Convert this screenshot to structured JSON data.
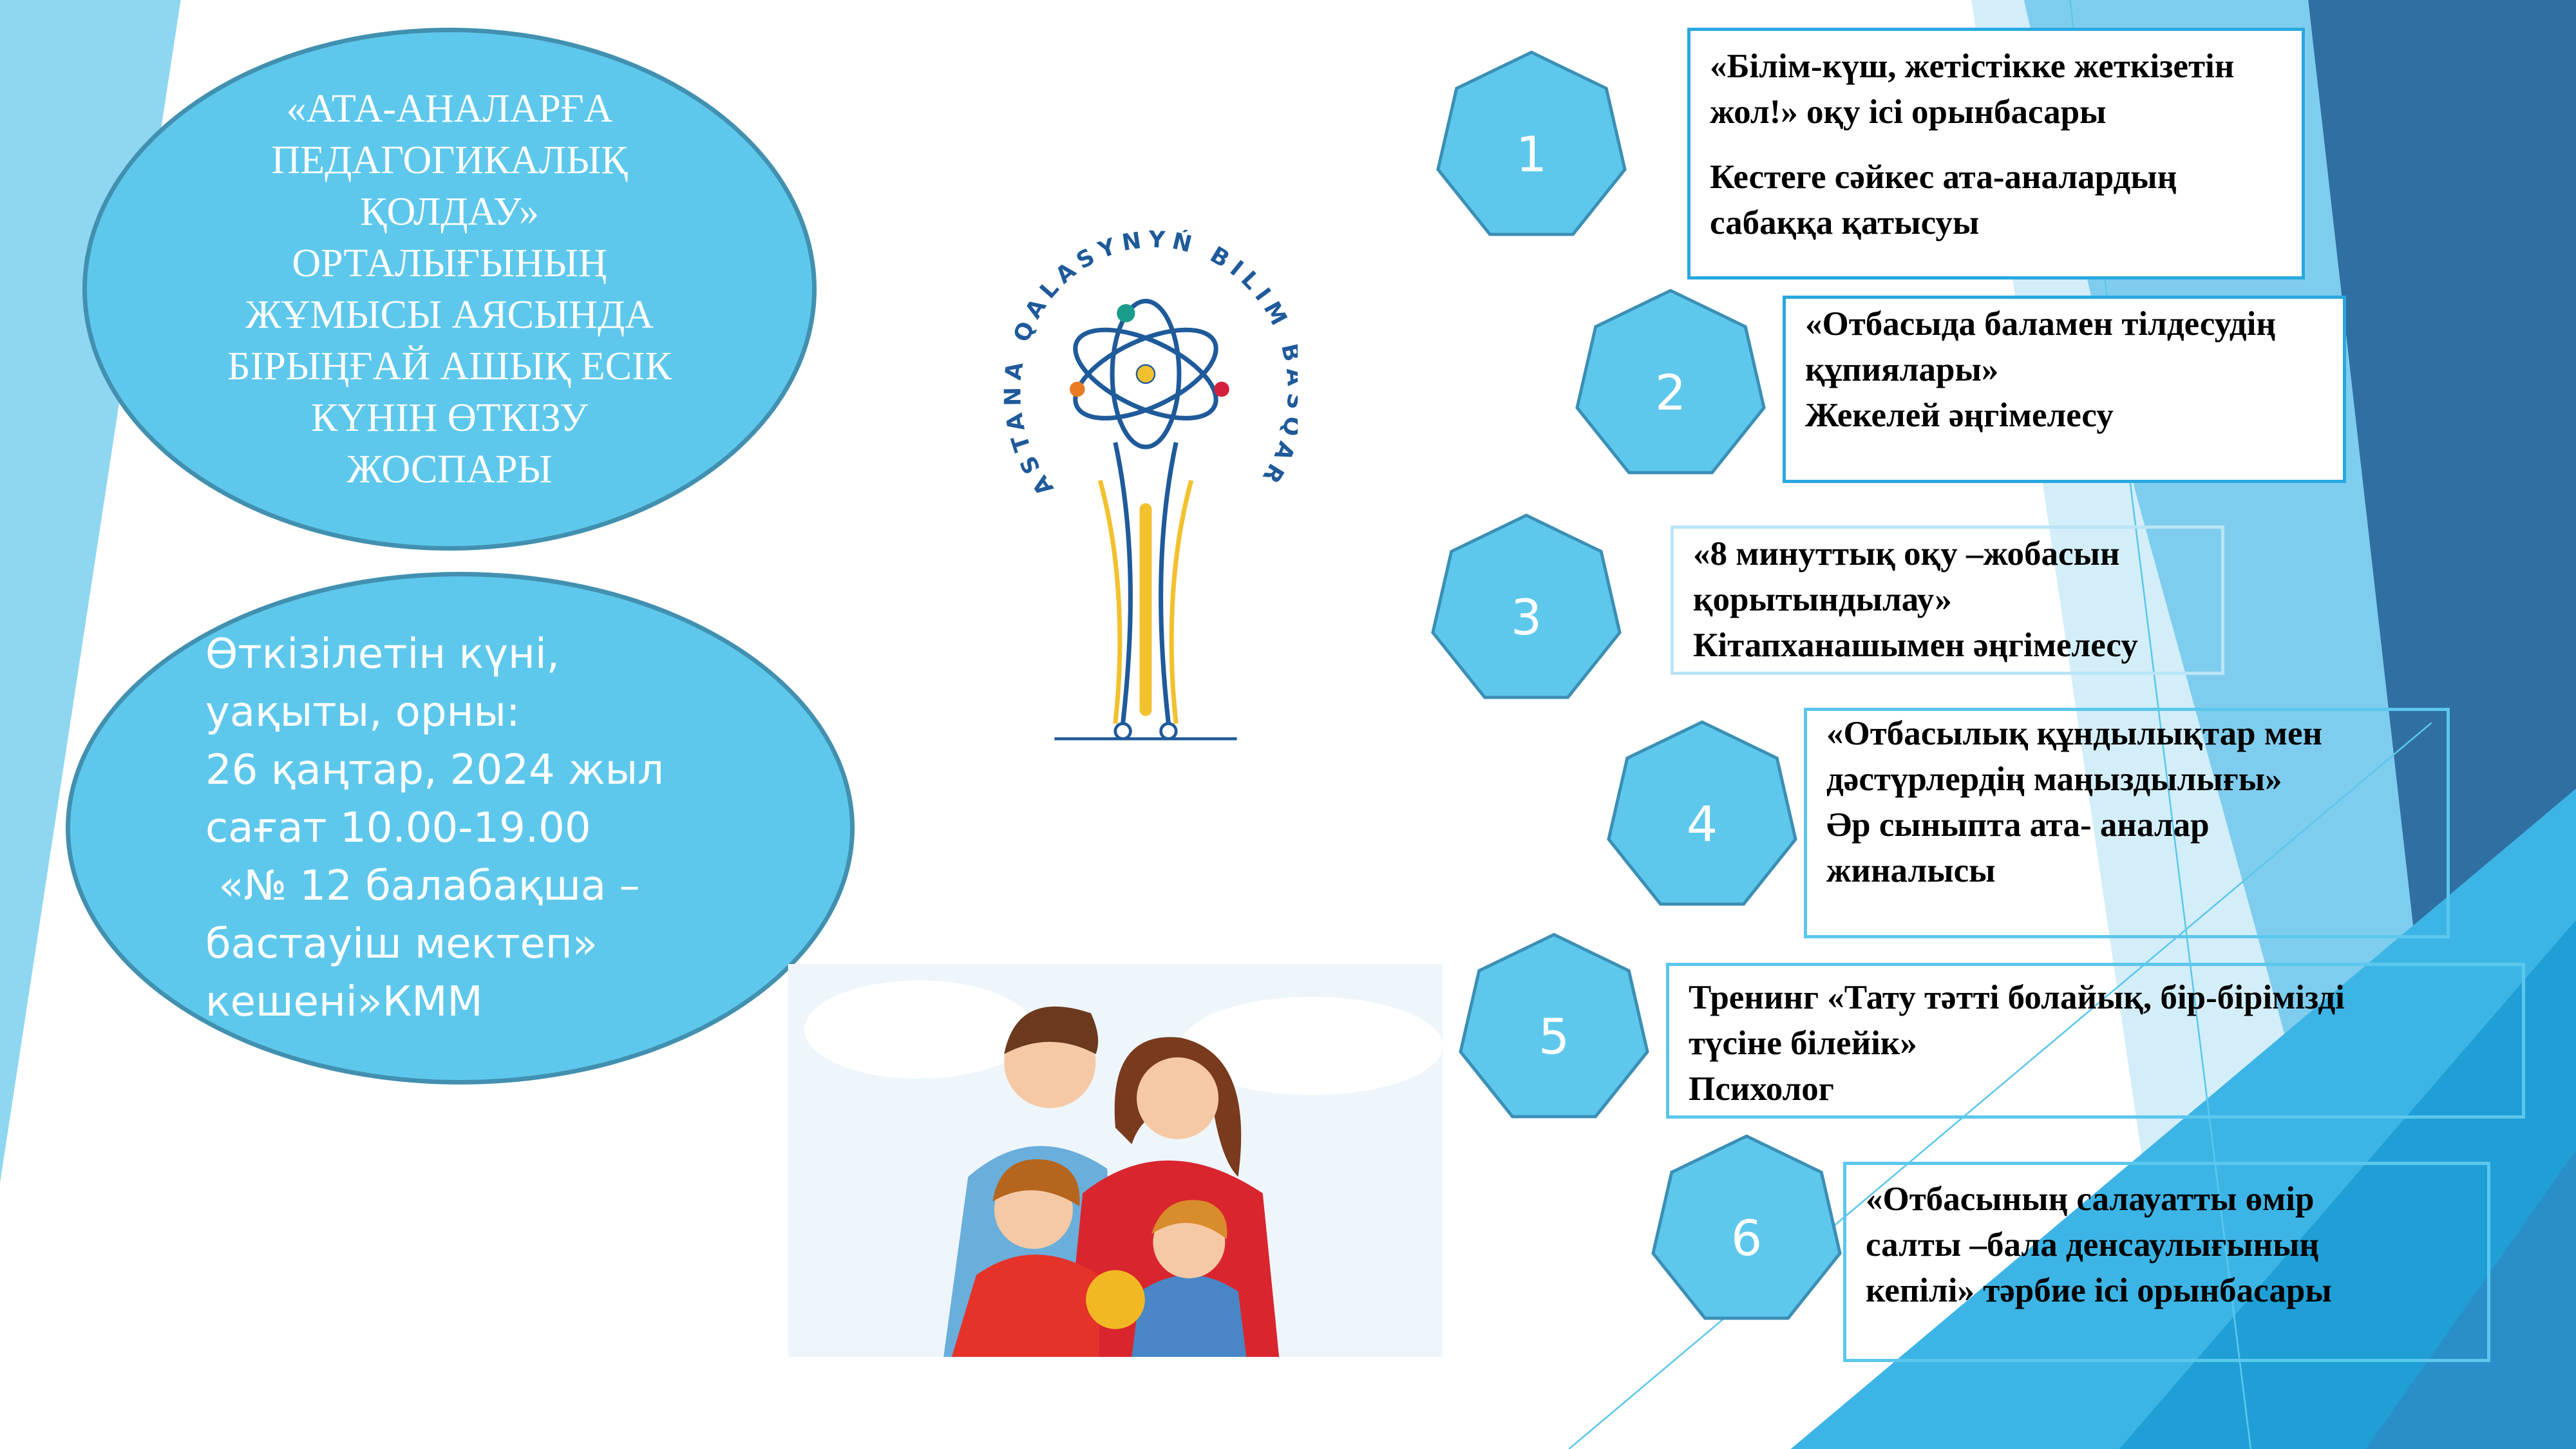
{
  "colors": {
    "shape_fill": "#5ec8ec",
    "shape_border": "#4290b0",
    "box_border": "#29a8e0",
    "text_dark": "#000000"
  },
  "title_ellipse": {
    "lines": [
      "«АТА-АНАЛАРҒА",
      "ПЕДАГОГИКАЛЫҚ",
      "ҚОЛДАУ»",
      "ОРТАЛЫҒЫНЫҢ",
      "ЖҰМЫСЫ АЯСЫНДА",
      "БІРЫҢҒАЙ АШЫҚ ЕСІК",
      "КҮНІН ӨТКІЗУ",
      "ЖОСПАРЫ"
    ]
  },
  "info_ellipse": {
    "lines": [
      "Өткізілетін күні,",
      "уақыты, орны:",
      "26 қаңтар, 2024 жыл",
      "сағат 10.00-19.00",
      " «№ 12 балабақша –",
      "бастауіш мектеп»",
      "кешені»КММ"
    ]
  },
  "logo": {
    "text": "ASTANA QALASYNYŃ BILIM BASQARMASY"
  },
  "photo": {
    "icon": "family-illustration"
  },
  "steps": [
    {
      "number": "1",
      "lines": [
        "«Білім-күш, жетістікке жеткізетін",
        "жол!»   оқу ісі орынбасары"
      ],
      "lines2": [
        "Кестеге сәйкес ата-аналардың",
        "сабаққа қатысуы"
      ]
    },
    {
      "number": "2",
      "lines": [
        "«Отбасыда баламен тілдесудің",
        "құпиялары»",
        "Жекелей әңгімелесу"
      ]
    },
    {
      "number": "3",
      "lines": [
        "«8 минуттық оқу –жобасын",
        "қорытындылау»",
        "Кітапханашымен әңгімелесу"
      ]
    },
    {
      "number": "4",
      "lines": [
        "«Отбасылық  құндылықтар мен",
        "дәстүрлердің маңыздылығы»",
        "Әр сыныпта ата- аналар",
        "жиналысы"
      ]
    },
    {
      "number": "5",
      "lines": [
        "Тренинг  «Тату тәтті болайық, бір-бірімізді",
        "түсіне білейік»",
        "Психолог"
      ]
    },
    {
      "number": "6",
      "lines": [
        "«Отбасының салауатты өмір",
        "салты –бала денсаулығының",
        "кепілі» тәрбие ісі орынбасары"
      ]
    }
  ]
}
